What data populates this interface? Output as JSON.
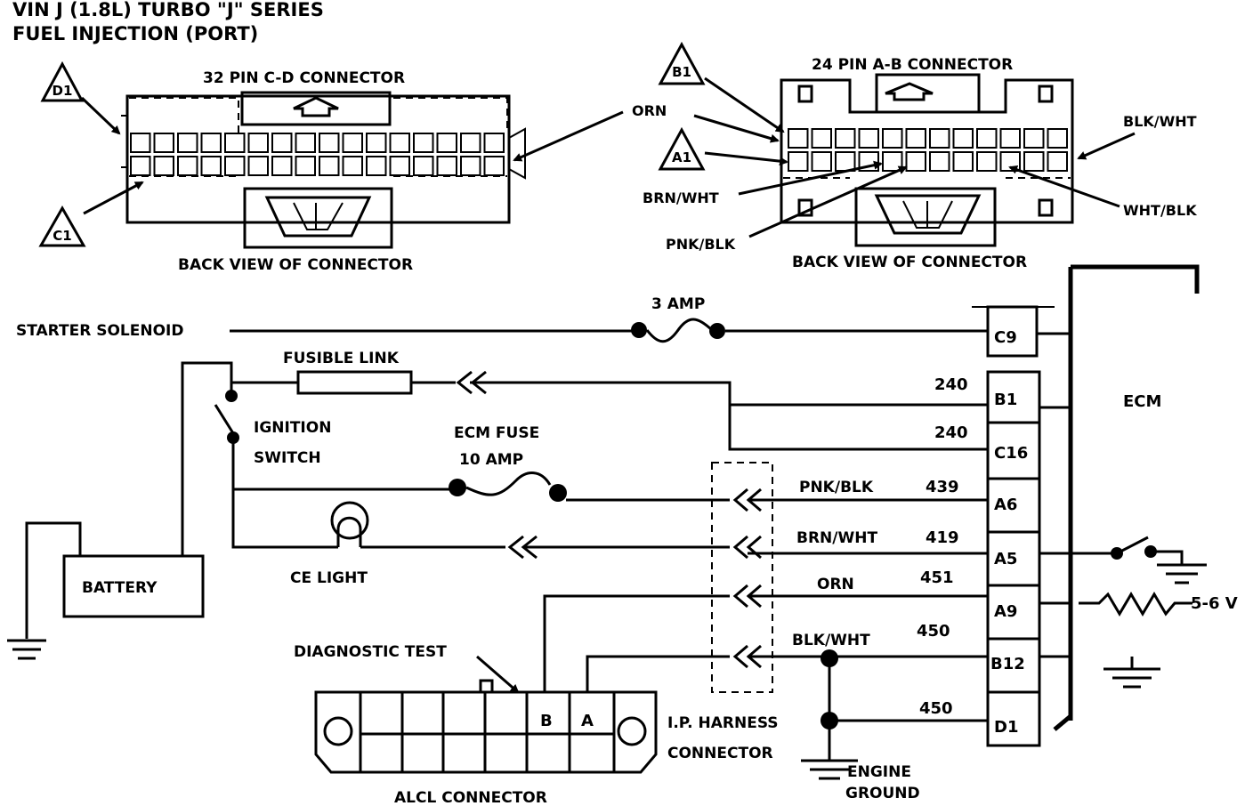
{
  "title": {
    "line1": "VIN J (1.8L) TURBO \"J\" SERIES",
    "line2": "FUEL INJECTION (PORT)"
  },
  "connector_cd": {
    "title": "32 PIN C-D  CONNECTOR",
    "caption": "BACK VIEW OF CONNECTOR",
    "pins": [
      "D1",
      "C1"
    ],
    "wire": "ORN"
  },
  "connector_ab": {
    "title": "24 PIN A-B  CONNECTOR",
    "caption": "BACK VIEW OF CONNECTOR",
    "pins": [
      "B1",
      "A1"
    ],
    "wires": {
      "brn_wht": "BRN/WHT",
      "pnk_blk": "PNK/BLK",
      "blk_wht": "BLK/WHT",
      "wht_blk": "WHT/BLK"
    }
  },
  "schematic": {
    "starter": "STARTER SOLENOID",
    "fuse3": "3 AMP",
    "fusible": "FUSIBLE LINK",
    "ign1": "IGNITION",
    "ign2": "SWITCH",
    "ecmfuse1": "ECM FUSE",
    "ecmfuse2": "10 AMP",
    "celight": "CE LIGHT",
    "battery": "BATTERY",
    "diag": "DIAGNOSTIC TEST",
    "alcl": "ALCL CONNECTOR",
    "alcl_b": "B",
    "alcl_a": "A",
    "iph1": "I.P. HARNESS",
    "iph2": "CONNECTOR",
    "eng1": "ENGINE",
    "eng2": "GROUND",
    "ecm": "ECM",
    "volt": "5-6 V",
    "pins": {
      "c9": "C9",
      "b1": "B1",
      "c16": "C16",
      "a6": "A6",
      "a5": "A5",
      "a9": "A9",
      "b12": "B12",
      "d1": "D1"
    },
    "wires": {
      "w240a": "240",
      "w240b": "240",
      "pnk": "PNK/BLK",
      "w439": "439",
      "brn": "BRN/WHT",
      "w419": "419",
      "orn": "ORN",
      "w451": "451",
      "blk": "BLK/WHT",
      "w450a": "450",
      "w450b": "450"
    }
  }
}
